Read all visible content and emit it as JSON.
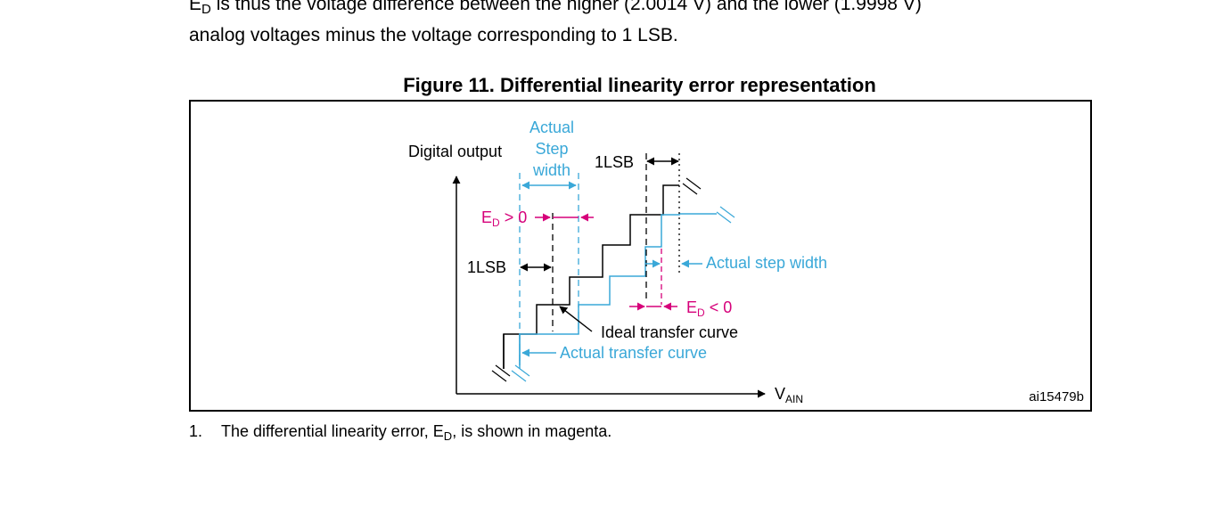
{
  "intro": {
    "line1_symbol": "E",
    "line1_symbol_sub": "D",
    "line1_rest": " is thus the voltage difference between the higher (2.0014 V) and the lower (1.9998 V)",
    "line2": "analog voltages minus the voltage corresponding to 1 LSB."
  },
  "figure": {
    "title": "Figure 11. Differential linearity error representation",
    "labels": {
      "y_axis": "Digital output",
      "x_axis_main": "V",
      "x_axis_sub": "AIN",
      "actual_step_width_top_1": "Actual",
      "actual_step_width_top_2": "Step",
      "actual_step_width_top_3": "width",
      "one_lsb_top": "1LSB",
      "one_lsb_left": "1LSB",
      "ed_pos_main": "E",
      "ed_pos_sub": "D",
      "ed_pos_rest": " > 0",
      "ed_neg_main": "E",
      "ed_neg_sub": "D",
      "ed_neg_rest": " < 0",
      "actual_step_width_right": "Actual step width",
      "ideal_curve": "Ideal transfer curve",
      "actual_curve": "Actual transfer curve",
      "figure_id": "ai15479b"
    },
    "colors": {
      "ideal": "#000000",
      "actual": "#3aa8d8",
      "error": "#d6007a"
    }
  },
  "footnote": {
    "number": "1.",
    "text_before": "The differential linearity error, E",
    "text_sub": "D",
    "text_after": ", is shown in magenta."
  }
}
